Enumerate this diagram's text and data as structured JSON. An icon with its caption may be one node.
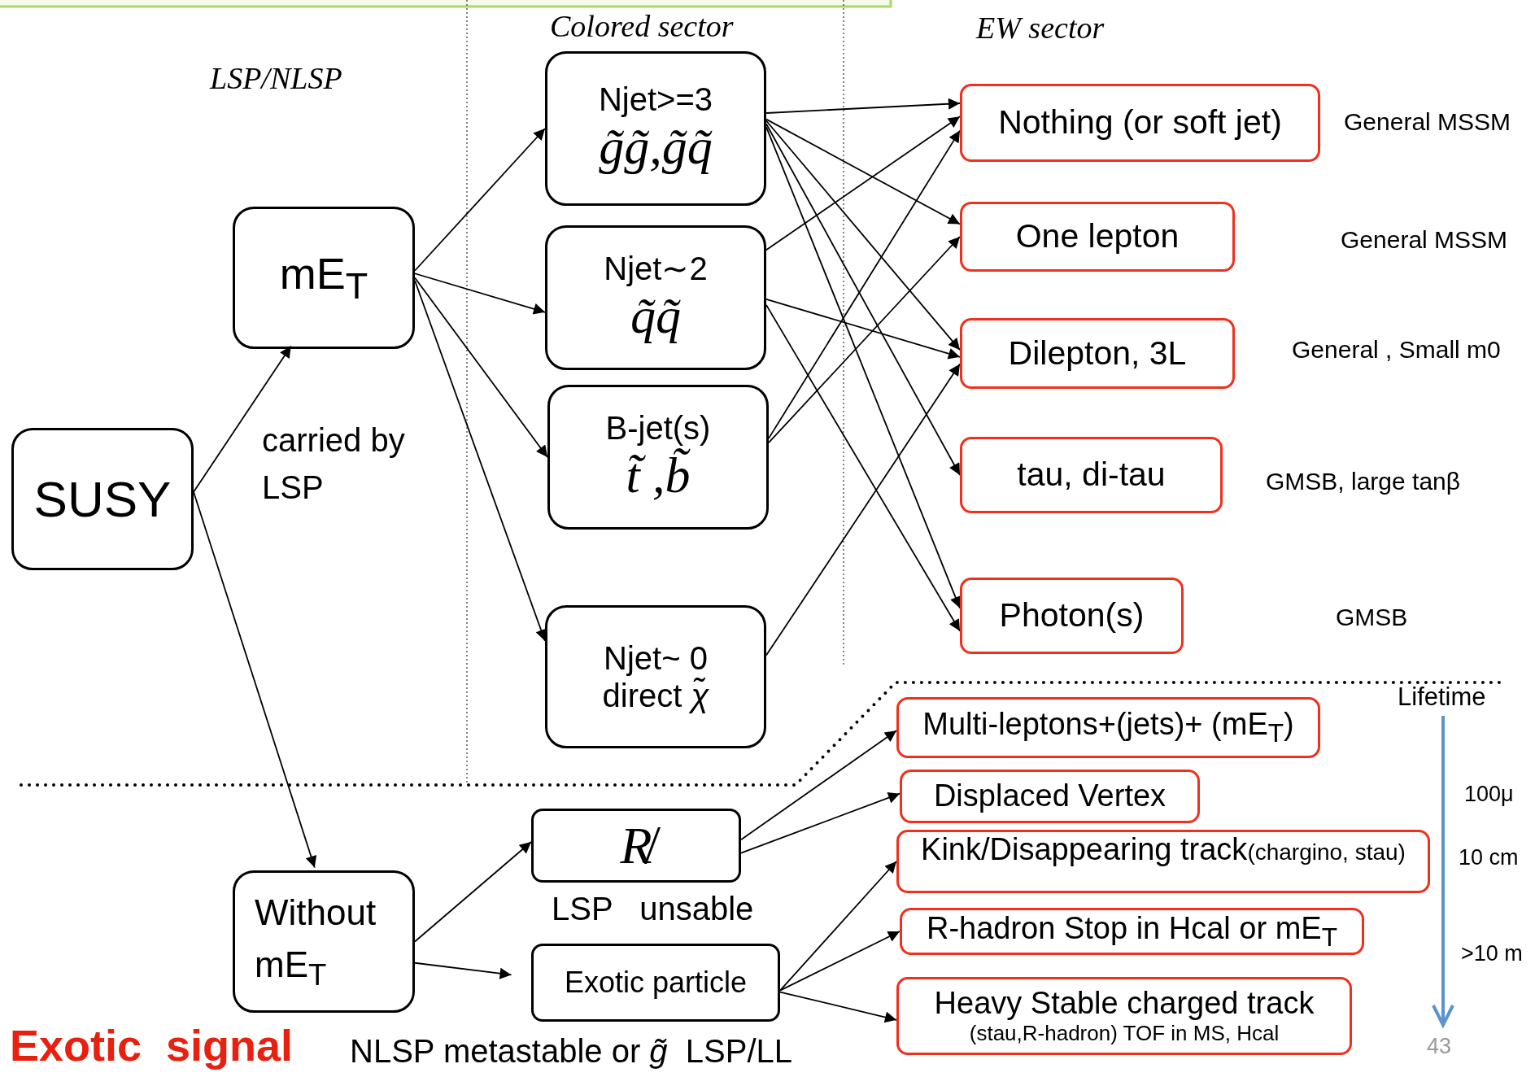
{
  "diagram": {
    "nodes": [
      {
        "text": [
          "SUSY"
        ]
      },
      {
        "text": [
          "mE$_{T}$"
        ]
      },
      {
        "text": [
          "Without mE$_{T}$"
        ]
      },
      {
        "text": [
          "Njet>=3",
          "g̃g̃,g̃q̃"
        ]
      },
      {
        "text": [
          "Njet∼2",
          "q̃q̃"
        ]
      },
      {
        "text": [
          "B-jet(s)",
          "t̃ ,b̃"
        ]
      },
      {
        "text": [
          "Njet~ 0",
          "direct *χ̃*"
        ]
      },
      {
        "text": [
          "Nothing (or soft jet)"
        ],
        "beside": [
          "General MSSM"
        ]
      },
      {
        "text": [
          "One lepton"
        ]
      },
      {
        "text": [
          "Dilepton, 3L"
        ],
        "beside": [
          "General , Small m0"
        ]
      },
      {
        "text": [
          "tau, di-tau"
        ],
        "beside": [
          "GMSB, large tanβ"
        ]
      },
      {
        "text": [
          "Photon(s)"
        ]
      },
      {
        "text": [
          "R̸"
        ],
        "beside": [
          "LSP   unsable"
        ]
      },
      {
        "text": [
          "Exotic particle"
        ],
        "beside": [
          "NLSP metastable or *g̃*  LSP/LL"
        ]
      },
      {
        "text": [
          "Multi-leptons+(jets)+ (mE$_{T}$)"
        ]
      },
      {
        "text": [
          "Displaced Vertex"
        ]
      },
      {
        "text": [
          "Kink/Disappearing  track",
          "(chargino, stau)"
        ]
      },
      {
        "text": [
          "R-hadron  Stop in Hcal or mE$_{T}$"
        ]
      },
      {
        "text": [
          "Heavy Stable charged track",
          "(stau,R-hadron)    TOF in MS, Hcal"
        ]
      }
    ],
    "edges": [
      {
        "from": 0,
        "to": 1,
        "arrow": "to"
      },
      {
        "from": 0,
        "to": 2,
        "arrow": "to"
      },
      {
        "from": 1,
        "to": 3,
        "arrow": "to"
      },
      {
        "from": 1,
        "to": 4,
        "arrow": "to"
      },
      {
        "from": 1,
        "to": 5,
        "arrow": "to"
      },
      {
        "from": 1,
        "to": 6,
        "arrow": "to"
      },
      {
        "from": 3,
        "to": 7,
        "arrow": "to"
      },
      {
        "from": 3,
        "to": 8,
        "arrow": "to"
      },
      {
        "from": 3,
        "to": 9,
        "arrow": "to"
      },
      {
        "from": 3,
        "to": 10,
        "arrow": "to"
      },
      {
        "from": 3,
        "to": 11,
        "arrow": "to"
      },
      {
        "from": 4,
        "to": 7,
        "arrow": "to"
      },
      {
        "from": 4,
        "to": 9,
        "arrow": "to"
      },
      {
        "from": 4,
        "to": 11,
        "arrow": "to"
      },
      {
        "from": 5,
        "to": 7,
        "arrow": "to"
      },
      {
        "from": 5,
        "to": 8,
        "arrow": "to"
      },
      {
        "from": 6,
        "to": 9,
        "arrow": "to"
      },
      {
        "from": 2,
        "to": 12,
        "arrow": "to"
      },
      {
        "from": 2,
        "to": 13,
        "arrow": "to"
      },
      {
        "from": 12,
        "to": 14,
        "arrow": "to"
      },
      {
        "from": 12,
        "to": 15,
        "arrow": "to"
      },
      {
        "from": 13,
        "to": 16,
        "arrow": "to"
      },
      {
        "from": 13,
        "to": 17,
        "arrow": "to"
      },
      {
        "from": 13,
        "to": 18,
        "arrow": "to"
      }
    ],
    "labels": [
      "Colored sector",
      "EW sector",
      "LSP/NLSP",
      "General MSSM",
      "carried by LSP",
      "GMSB",
      "Lifetime",
      "100μ",
      "10 cm",
      ">10 m",
      "Exotic  signal",
      "43"
    ]
  }
}
